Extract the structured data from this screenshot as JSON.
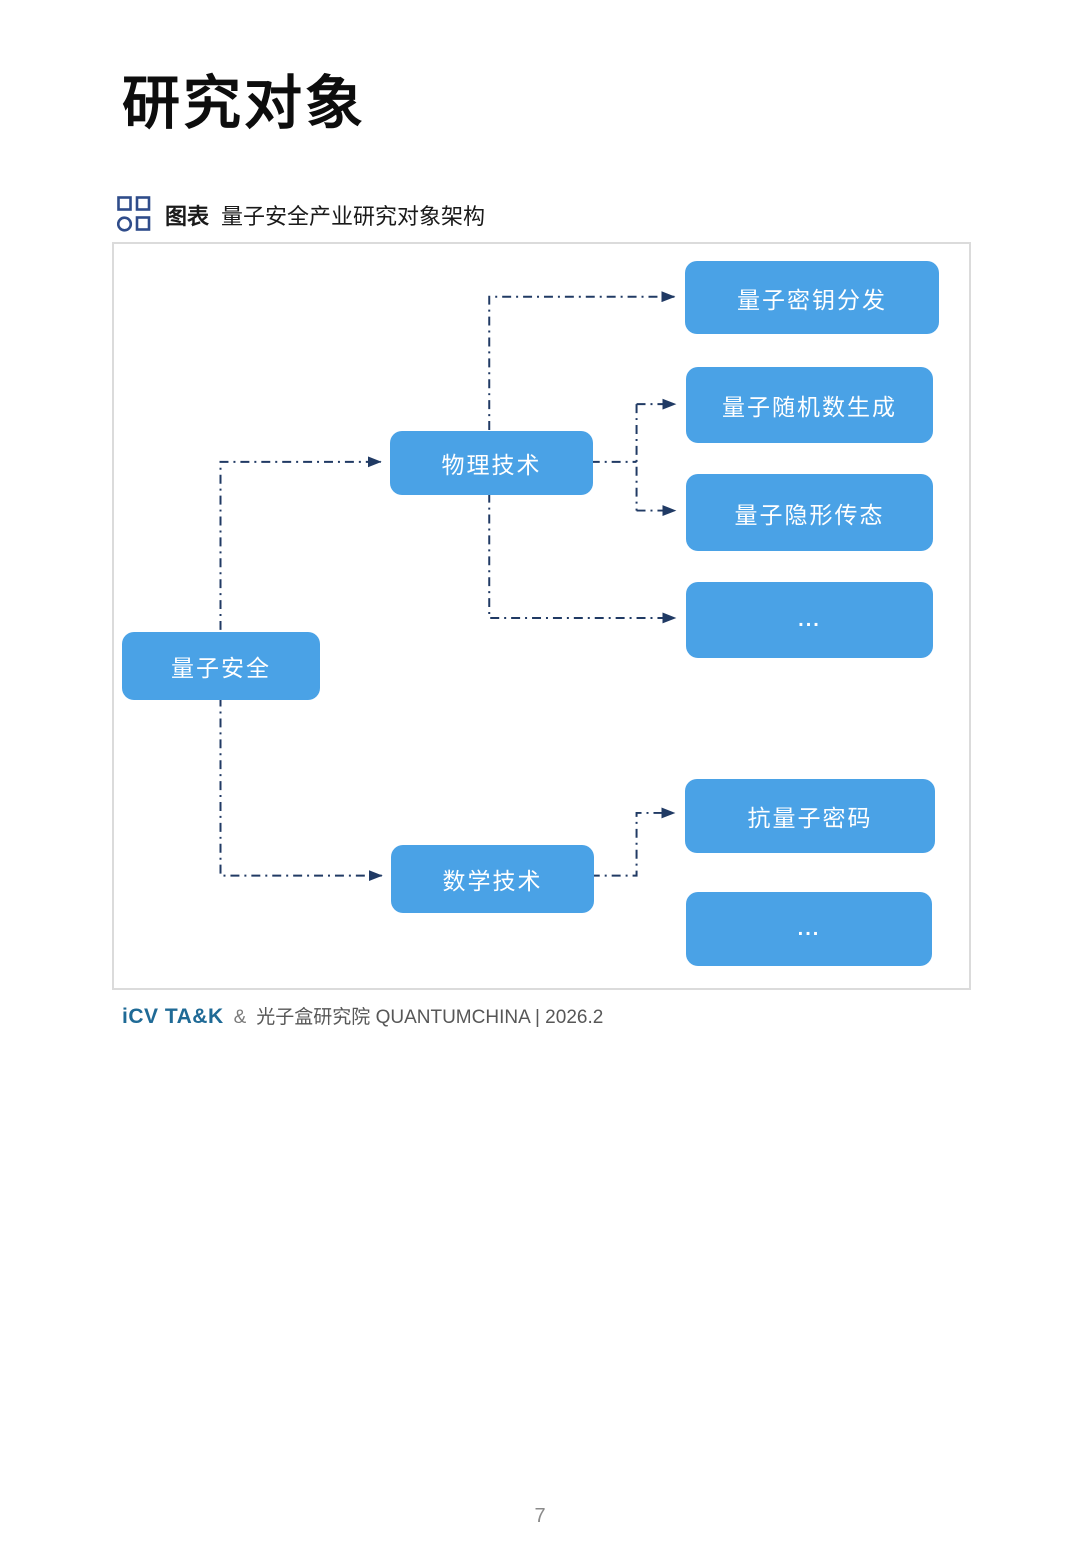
{
  "page": {
    "title": "研究对象",
    "page_number": "7"
  },
  "caption": {
    "icon": "grid-icon",
    "prefix": "图表",
    "title": "量子安全产业研究对象架构"
  },
  "diagram": {
    "type": "hierarchy",
    "nodes": {
      "root": "量子安全",
      "physical": "物理技术",
      "math": "数学技术",
      "qkd": "量子密钥分发",
      "qrng": "量子随机数生成",
      "teleport": "量子隐形传态",
      "ellipsis1": "...",
      "pqc": "抗量子密码",
      "ellipsis2": "..."
    },
    "edges": [
      {
        "from": "量子安全",
        "to": "物理技术"
      },
      {
        "from": "量子安全",
        "to": "数学技术"
      },
      {
        "from": "物理技术",
        "to": "量子密钥分发"
      },
      {
        "from": "物理技术",
        "to": "量子随机数生成"
      },
      {
        "from": "物理技术",
        "to": "量子隐形传态"
      },
      {
        "from": "物理技术",
        "to": "..."
      },
      {
        "from": "数学技术",
        "to": "抗量子密码"
      }
    ]
  },
  "footer": {
    "brand": "iCV TA&K",
    "separator": "&",
    "source": "光子盒研究院 QUANTUMCHINA | 2026.2"
  },
  "colors": {
    "node_blue": "#4AA2E6",
    "connector_navy": "#203A64",
    "brand_blue": "#1F6A96",
    "footer_gray": "#575757",
    "border_gray": "#DBDBDB",
    "icon_navy": "#2F4C8A",
    "page_num_gray": "#8A8A8A"
  }
}
